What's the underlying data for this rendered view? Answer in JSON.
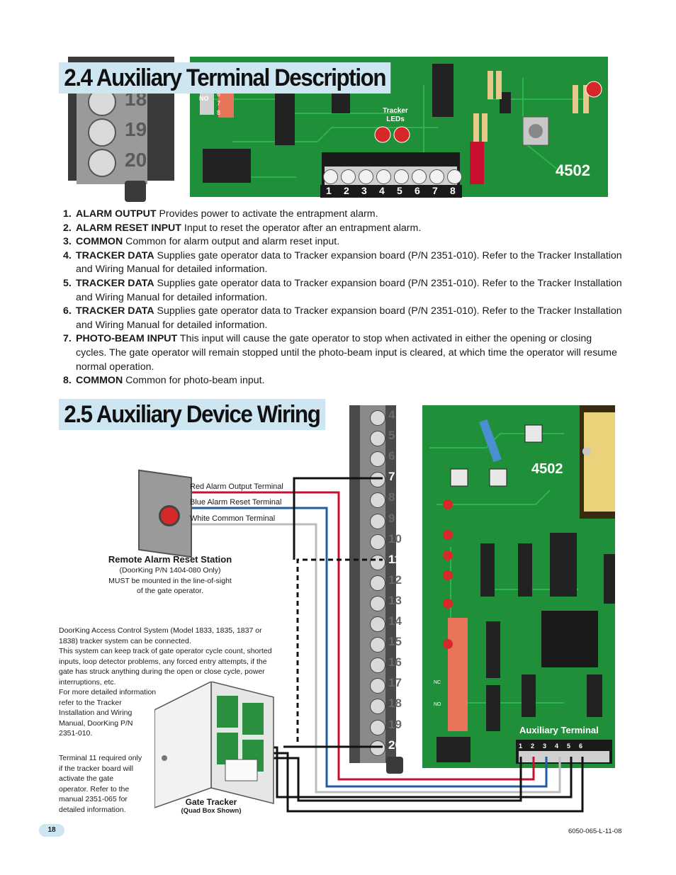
{
  "section1": {
    "title": "2.4 Auxiliary Terminal Description",
    "board_label": "4502",
    "tracker_leds_label": "Tracker\nLEDs",
    "no_label": "NO",
    "dip_numbers": [
      "6",
      "7",
      "8"
    ],
    "side_terminals": [
      "18",
      "19",
      "20"
    ],
    "terminal_numbers": [
      "1",
      "2",
      "3",
      "4",
      "5",
      "6",
      "7",
      "8"
    ]
  },
  "descriptions": [
    {
      "num": "1.",
      "term": "ALARM OUTPUT",
      "text": " Provides power to activate the entrapment alarm."
    },
    {
      "num": "2.",
      "term": "ALARM RESET INPUT",
      "text": " Input to reset the operator after an entrapment alarm."
    },
    {
      "num": "3.",
      "term": "COMMON",
      "text": " Common for alarm output and alarm reset input."
    },
    {
      "num": "4.",
      "term": "TRACKER DATA",
      "text": " Supplies gate operator data to Tracker expansion board (P/N 2351-010). Refer to the Tracker Installation and Wiring Manual for detailed information."
    },
    {
      "num": "5.",
      "term": "TRACKER DATA",
      "text": " Supplies gate operator data to Tracker expansion board (P/N 2351-010). Refer to the Tracker Installation and Wiring Manual for detailed information."
    },
    {
      "num": "6.",
      "term": "TRACKER DATA",
      "text": " Supplies gate operator data to Tracker expansion board (P/N 2351-010). Refer to the Tracker Installation and Wiring Manual for detailed information."
    },
    {
      "num": "7.",
      "term": "PHOTO-BEAM INPUT",
      "text": " This input will cause the gate operator to stop when activated in either the opening or closing cycles. The gate operator will remain stopped until the photo-beam input is cleared, at which time the operator will resume normal operation."
    },
    {
      "num": "8.",
      "term": "COMMON",
      "text": " Common for photo-beam input."
    }
  ],
  "section2": {
    "title": "2.5 Auxiliary Device Wiring",
    "board_label": "4502",
    "terminal_strip": [
      "4",
      "5",
      "6",
      "7",
      "8",
      "9",
      "10",
      "11",
      "12",
      "13",
      "14",
      "15",
      "16",
      "17",
      "18",
      "19",
      "20"
    ],
    "aux_terminal_label": "Auxiliary Terminal",
    "aux_numbers": [
      "1",
      "2",
      "3",
      "4",
      "5",
      "6"
    ],
    "wire_labels": {
      "red": "Red Alarm Output Terminal",
      "blue": "Blue Alarm Reset Terminal",
      "white": "White Common Terminal"
    },
    "reset_station": {
      "title": "Remote Alarm Reset Station",
      "note1": "(DoorKing P/N 1404-080 Only)",
      "note2": "MUST be mounted in the line-of-sight",
      "note3": "of the gate operator."
    },
    "tracker_text": [
      "DoorKing Access Control System (Model 1833, 1835, 1837 or",
      "1838) tracker system can be connected.",
      "This system can keep track of gate operator cycle count, shorted",
      "inputs, loop detector problems, any forced entry attempts, if the",
      "gate has struck anything during the open or close cycle, power",
      "interruptions, etc.",
      "For more detailed information",
      "refer to the Tracker",
      "Installation and Wiring",
      "Manual, DoorKing P/N",
      "2351-010."
    ],
    "terminal11_note": [
      "Terminal 11 required only",
      "if the tracker board will",
      "activate the gate",
      "operator. Refer to the",
      "manual 2351-065 for",
      "detailed information."
    ],
    "gate_tracker_label": "Gate Tracker",
    "gate_tracker_sub": "(Quad Box Shown)",
    "nc_label": "NC",
    "no_label": "NO"
  },
  "footer": {
    "page_number": "18",
    "doc_code": "6050-065-L-11-08"
  },
  "colors": {
    "title_bg": "#cde6f2",
    "board_green": "#1f8f3a",
    "red_wire": "#c8102e",
    "blue_wire": "#1f5fa0",
    "page_badge": "#cde6f2"
  }
}
